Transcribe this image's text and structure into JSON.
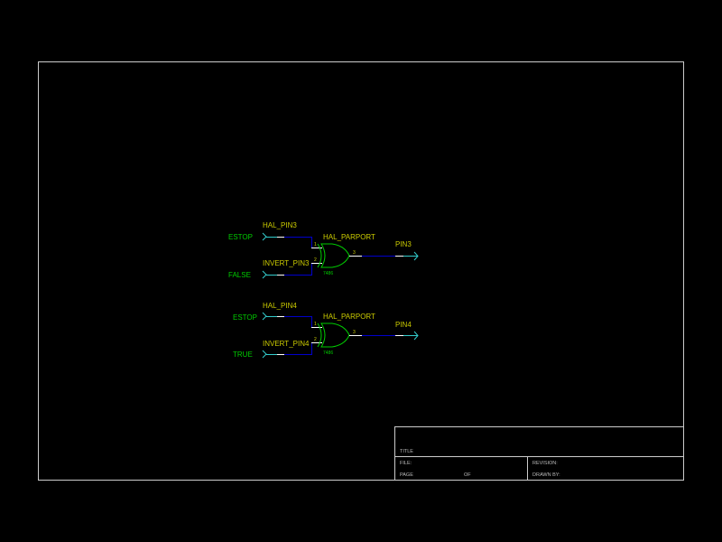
{
  "colors": {
    "background": "#000000",
    "border": "#cccccc",
    "wire": "#0000cc",
    "pin": "#ffffff",
    "port": "#33cccc",
    "gate": "#00cc00",
    "label_yellow": "#cccc00",
    "label_green": "#00cc00"
  },
  "circuits": [
    {
      "input_a_source": "ESTOP",
      "input_a_label": "HAL_PIN3",
      "input_b_source": "FALSE",
      "input_b_label": "INVERT_PIN3",
      "gate_name": "HAL_PARPORT",
      "gate_part": "7486",
      "pin1": "1",
      "pin2": "2",
      "pin3": "3",
      "output_label": "PIN3",
      "output_port_icon": "output-port-arrow"
    },
    {
      "input_a_source": "ESTOP",
      "input_a_label": "HAL_PIN4",
      "input_b_source": "TRUE",
      "input_b_label": "INVERT_PIN4",
      "gate_name": "HAL_PARPORT",
      "gate_part": "7486",
      "pin1": "1",
      "pin2": "2",
      "pin3": "3",
      "output_label": "PIN4",
      "output_port_icon": "output-port-arrow"
    }
  ],
  "title_block": {
    "title_label": "TITLE",
    "file_label": "FILE:",
    "page_label": "PAGE",
    "of_label": "OF",
    "revision_label": "REVISION:",
    "drawn_by_label": "DRAWN BY:"
  }
}
